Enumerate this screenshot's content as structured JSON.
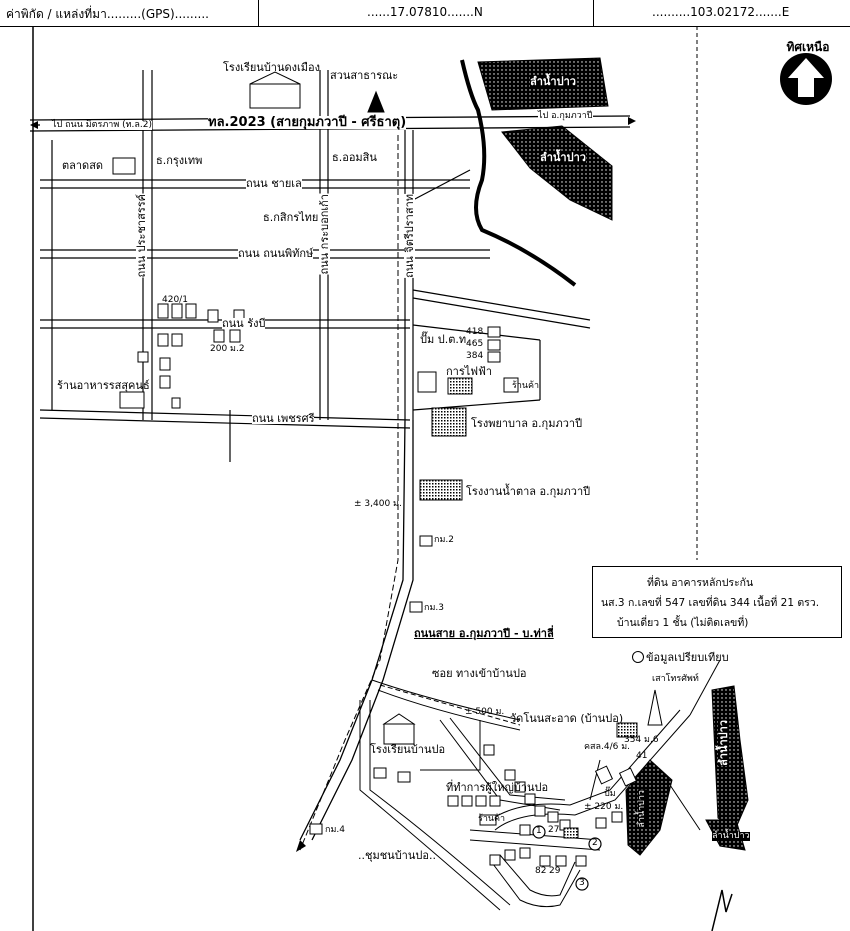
{
  "header": {
    "label": "ค่าพิกัด / แหล่งที่มา.........(GPS).........",
    "latitude": "......17.07810.......N",
    "longitude": "..........103.02172.......E"
  },
  "north": {
    "label": "ทิศเหนือ"
  },
  "roads": {
    "highway": "ทล.2023 (สายกุมภวาปี - ศรีธาตุ)",
    "to_udon": "ไป ถนน มิตรภาพ (ท.ล.2)",
    "to_kumphawapi": "ไป อ.กุมภวาปี",
    "chaikla": "ถนน ชายเล",
    "phithak": "ถนน ถนนพิทักษ์",
    "rangapee": "ถนน รังบี",
    "sri": "ถนน เพชรศรี",
    "pracha": "ถนน ประชาสรรค์",
    "krabok": "ถนน กระบอกเก้า",
    "jitri": "ถนน จิตรีปราสาท",
    "main_route": "ถนนสาย อ.กุมภวาปี - บ.ท่าลี่",
    "soi": "ซอย ทางเข้าบ้านปอ"
  },
  "places": {
    "school_town": "โรงเรียนบ้านดงเมือง",
    "park": "สวนสาธารณะ",
    "market": "ตลาดสด",
    "bank_krungthep": "ธ.กรุงเทพ",
    "bank_omsin": "ธ.ออมสิน",
    "bank_kasikorn": "ธ.กสิกรไทย",
    "gas_ptt": "ปั๊ม ป.ต.ท.",
    "power_office": "การไฟฟ้า",
    "hospital": "โรงพยาบาล อ.กุมภวาปี",
    "sugar_factory": "โรงงานน้ำตาล อ.กุมภวาปี",
    "restaurant": "ร้านอาหารรสสุคนธ์",
    "school_village": "โรงเรียนบ้านปอ",
    "temple": "วัดโนนสะอาด (บ้านปอ)",
    "community": "..ชุมชนบ้านปอ..",
    "headman_house": "ที่ทำการผู้ใหญ่บ้านปอ",
    "tower": "เสาโทรศัพท์",
    "shop": "ร้านค้า",
    "shop_village": "ร้านค้า",
    "water": "ปั๊ม"
  },
  "lakes": {
    "lake1": "ลำน้ำปาว",
    "lake2": "ลำน้ำปาว",
    "lake3": "ลำน้ำปาว",
    "lake4": "ลำน้ำปาว",
    "lake5": "ลำน้ำปาว"
  },
  "numbers": {
    "n420": "420/1",
    "n200": "200 ม.2",
    "n418": "418",
    "n465": "465",
    "n384": "384",
    "dist_3400": "± 3,400 ม.",
    "km2": "กม.2",
    "km3": "กม.3",
    "km4": "กม.4",
    "dist_500": "± 500 ม.",
    "dist_220": "± 220 ม.",
    "h4_6": "คสล.4/6 ม.",
    "h354": "354 ม.6",
    "h41": "41",
    "h27": "27",
    "h82": "82",
    "h29": "29",
    "m1": "1",
    "m2": "2",
    "m3": "3"
  },
  "legend": {
    "line1": "ที่ดิน อาคารหลักประกัน",
    "line2": "นส.3 ก.เลขที่ 547 เลขที่ดิน 344 เนื้อที่ 21 ตรว.",
    "line3": "บ้านเดี่ยว 1 ชั้น (ไม่ติดเลขที่)"
  },
  "reference": {
    "label": "ข้อมูลเปรียบเทียบ"
  },
  "colors": {
    "ink": "#000000",
    "paper": "#ffffff"
  }
}
